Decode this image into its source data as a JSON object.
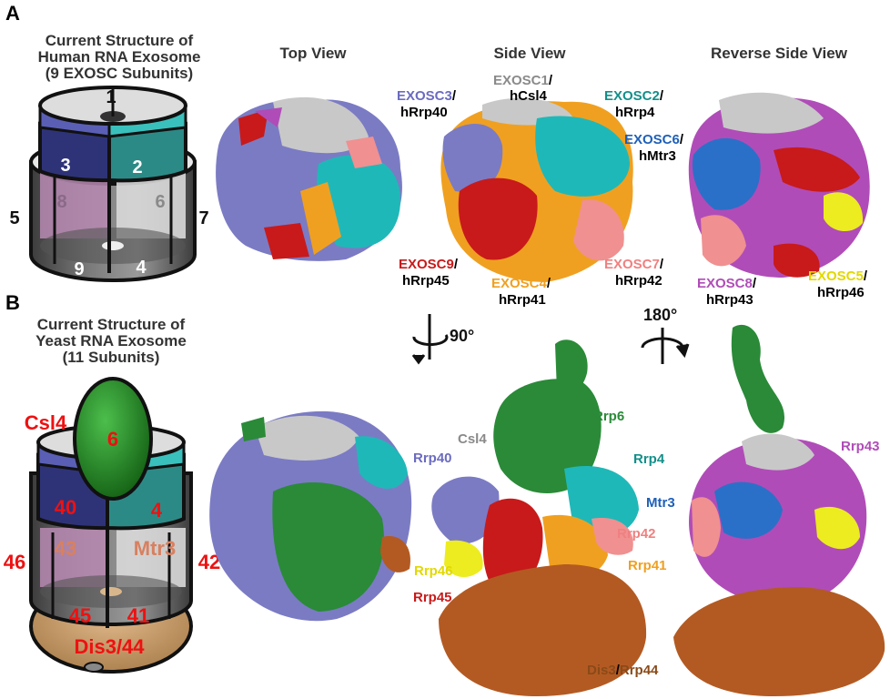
{
  "panelA": {
    "letter": "A",
    "schematic_title": [
      "Current Structure of",
      "Human RNA Exosome",
      "(9 EXOSC Subunits)"
    ],
    "views": [
      "Top View",
      "Side View",
      "Reverse Side View"
    ],
    "schematic_numbers": {
      "s1": "1",
      "s2": "2",
      "s3": "3",
      "s4": "4",
      "s5": "5",
      "s6": "6",
      "s7": "7",
      "s8": "8",
      "s9": "9"
    },
    "labels": {
      "exosc1": {
        "a": "EXOSC1",
        "b": "hCsl4"
      },
      "exosc2": {
        "a": "EXOSC2",
        "b": "hRrp4"
      },
      "exosc3": {
        "a": "EXOSC3",
        "b": "hRrp40"
      },
      "exosc4": {
        "a": "EXOSC4",
        "b": "hRrp41"
      },
      "exosc5": {
        "a": "EXOSC5",
        "b": "hRrp46"
      },
      "exosc6": {
        "a": "EXOSC6",
        "b": "hMtr3"
      },
      "exosc7": {
        "a": "EXOSC7",
        "b": "hRrp42"
      },
      "exosc8": {
        "a": "EXOSC8",
        "b": "hRrp43"
      },
      "exosc9": {
        "a": "EXOSC9",
        "b": "hRrp45"
      }
    },
    "slash": "/"
  },
  "panelB": {
    "letter": "B",
    "schematic_title": [
      "Current Structure of",
      "Yeast RNA Exosome",
      "(11 Subunits)"
    ],
    "schematic_labels": {
      "csl4": "Csl4",
      "six": "6",
      "forty": "40",
      "four": "4",
      "fortythree": "43",
      "mtr3": "Mtr3",
      "fortysix": "46",
      "fortytwo": "42",
      "fortyfive": "45",
      "fortyone": "41",
      "dis3": "Dis3/44"
    },
    "rotations": {
      "r90": "90°",
      "r180": "180°"
    },
    "labels": {
      "rrp6": "Rrp6",
      "csl4": "Csl4",
      "rrp40": "Rrp40",
      "rrp4": "Rrp4",
      "mtr3": "Mtr3",
      "rrp42": "Rrp42",
      "rrp46": "Rrp46",
      "rrp41": "Rrp41",
      "rrp45": "Rrp45",
      "dis3": "Dis3",
      "rrp44": "Rrp44",
      "slash": "/",
      "rrp43": "Rrp43"
    }
  },
  "colors": {
    "exosc1": "#c8c8c8",
    "exosc2": "#1fb8b8",
    "exosc3": "#7b7bc4",
    "exosc4": "#f0a020",
    "exosc5": "#ecec20",
    "exosc6": "#2a70c8",
    "exosc7": "#f09090",
    "exosc8": "#b04cb8",
    "exosc9": "#c81a1a",
    "rrp6": "#2a8a38",
    "dis3": "#b35a22",
    "csl4_label": "#8a8a8a",
    "red_label": "#ee1111"
  }
}
